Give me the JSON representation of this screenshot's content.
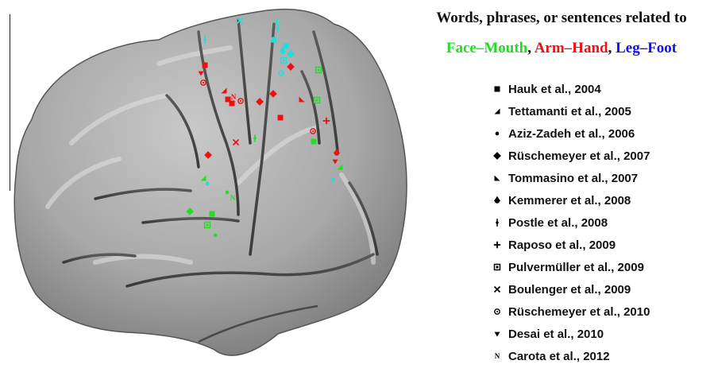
{
  "title": {
    "line1": "Words, phrases, or sentences related to",
    "categories": [
      {
        "label": "Face–Mouth",
        "color": "#22dd22",
        "suffix": ", "
      },
      {
        "label": "Arm–Hand",
        "color": "#ee1111",
        "suffix": ", "
      },
      {
        "label": "Leg–Foot",
        "color": "#1111ee",
        "suffix": ""
      }
    ]
  },
  "legend": [
    {
      "label": "Hauk et al., 2004",
      "symbol": "square-icon"
    },
    {
      "label": "Tettamanti et al., 2005",
      "symbol": "corner-triangle-icon"
    },
    {
      "label": "Aziz-Zadeh et al., 2006",
      "symbol": "dot-icon"
    },
    {
      "label": "Rüschemeyer et al., 2007",
      "symbol": "diamond-icon"
    },
    {
      "label": "Tommasino et al., 2007",
      "symbol": "corner-triangle-right-icon"
    },
    {
      "label": "Kemmerer et al., 2008",
      "symbol": "spade-icon"
    },
    {
      "label": "Postle et al., 2008",
      "symbol": "pin-icon"
    },
    {
      "label": "Raposo et al., 2009",
      "symbol": "plus-icon"
    },
    {
      "label": "Pulvermüller et al., 2009",
      "symbol": "hollow-square-icon"
    },
    {
      "label": "Boulenger et al., 2009",
      "symbol": "cross-icon"
    },
    {
      "label": "Rüschemeyer et al., 2010",
      "symbol": "ring-dot-icon"
    },
    {
      "label": "Desai et al., 2010",
      "symbol": "down-triangle-icon"
    },
    {
      "label": "Carota et al., 2012",
      "symbol": "n-letter-icon"
    }
  ],
  "marker_colors": {
    "face": "#22dd22",
    "arm": "#ee1111",
    "leg": "#22dddd"
  }
}
